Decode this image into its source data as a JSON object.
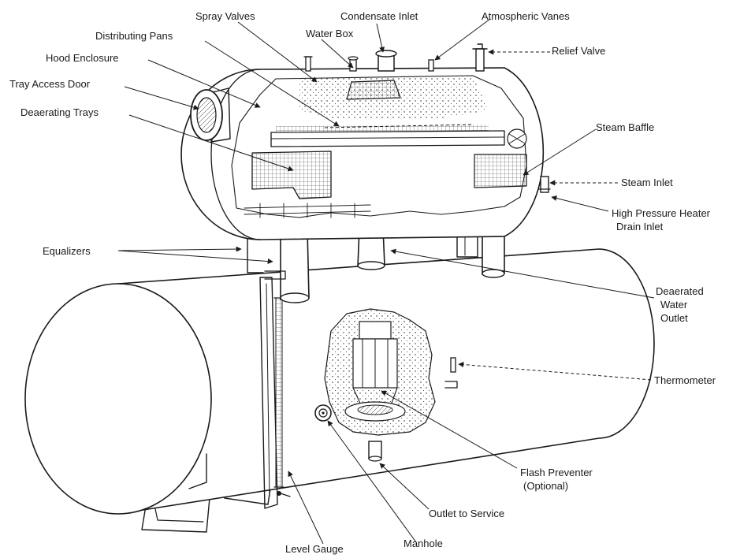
{
  "labels": {
    "spray_valves": "Spray Valves",
    "condensate_inlet": "Condensate Inlet",
    "atmospheric_vanes": "Atmospheric Vanes",
    "distributing_pans": "Distributing Pans",
    "water_box": "Water Box",
    "relief_valve": "Relief Valve",
    "hood_enclosure": "Hood Enclosure",
    "tray_access_door": "Tray Access Door",
    "deaerating_trays": "Deaerating Trays",
    "steam_baffle": "Steam Baffle",
    "steam_inlet": "Steam Inlet",
    "hp_heater_drain_inlet_1": "High Pressure Heater",
    "hp_heater_drain_inlet_2": "Drain Inlet",
    "equalizers": "Equalizers",
    "deaerated_water_outlet_1": "Deaerated",
    "deaerated_water_outlet_2": "Water",
    "deaerated_water_outlet_3": "Outlet",
    "thermometer": "Thermometer",
    "flash_preventer_1": "Flash Preventer",
    "flash_preventer_2": "(Optional)",
    "outlet_to_service": "Outlet to Service",
    "manhole": "Manhole",
    "level_gauge": "Level Gauge"
  }
}
